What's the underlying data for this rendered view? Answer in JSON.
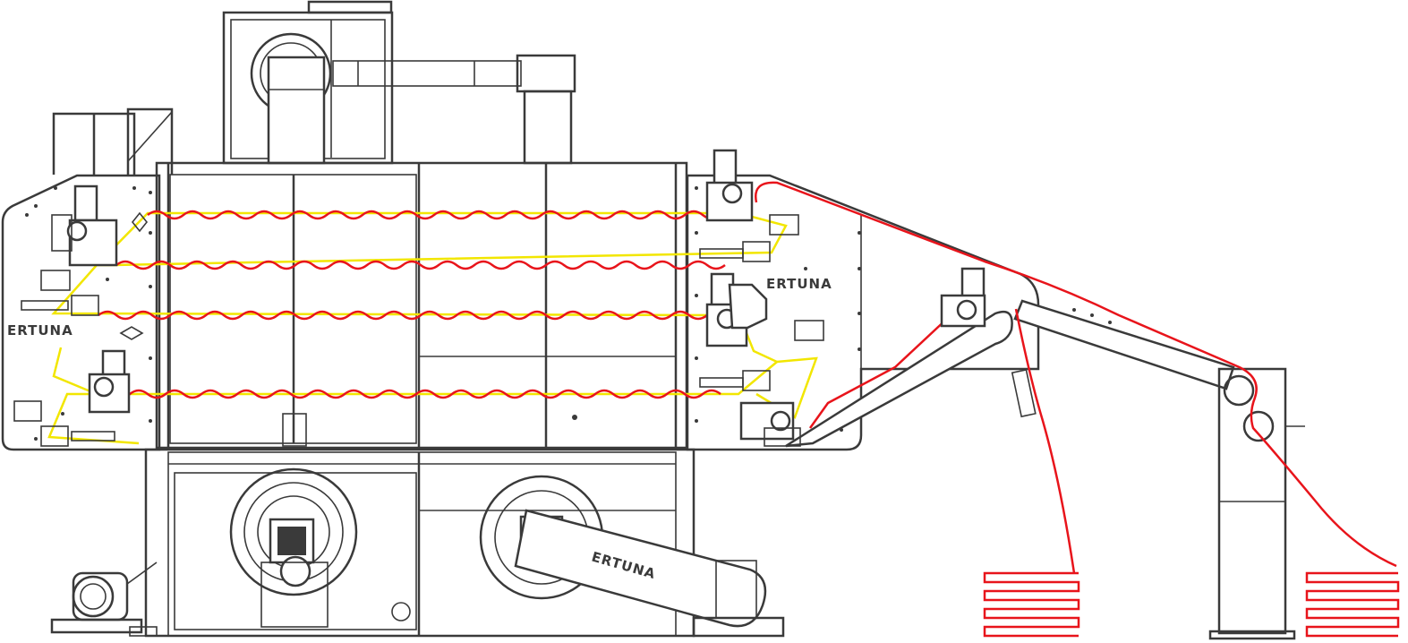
{
  "labels": {
    "brand_left": "ERTUNA",
    "brand_right": "ERTUNA",
    "brand_bottom": "ERTUNA"
  },
  "colors": {
    "outline": "#3a3a3a",
    "fabric_path": "#e8141b",
    "conveyor": "#f2e600",
    "background": "#ffffff"
  },
  "icons": {
    "fan": "fan-icon",
    "motor": "motor-icon",
    "logo": "brand-logo-icon"
  }
}
